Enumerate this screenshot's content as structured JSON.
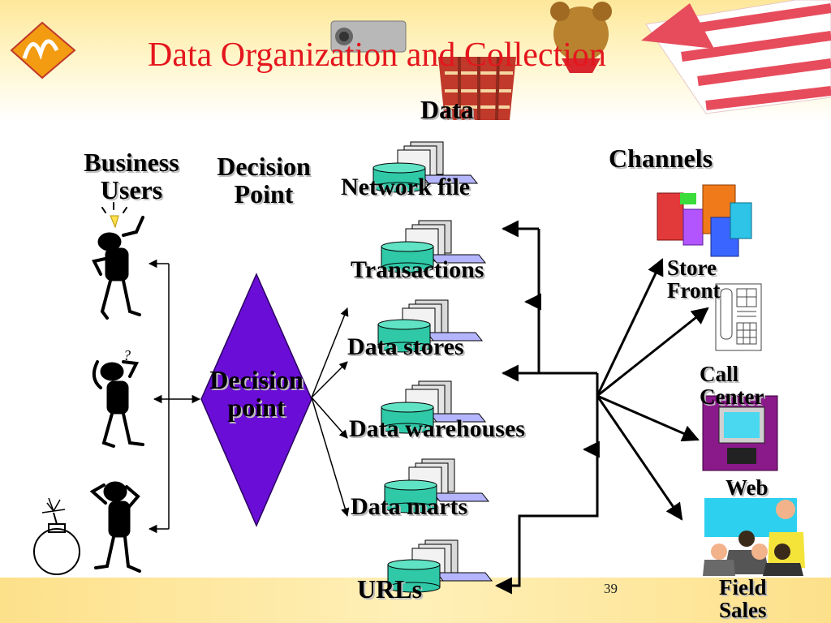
{
  "slide": {
    "title": "Data Organization and Collection",
    "page_number": "39"
  },
  "headers": {
    "data": "Data",
    "business_users_line1": "Business",
    "business_users_line2": "Users",
    "decision_point_line1": "Decision",
    "decision_point_line2": "Point",
    "channels": "Channels"
  },
  "diamond": {
    "line1": "Decision",
    "line2": "point",
    "color": "#6a0dd6"
  },
  "data_sources": [
    "Network file",
    "Transactions",
    "Data stores",
    "Data warehouses",
    "Data marts",
    "URLs"
  ],
  "channels": {
    "store_line1": "Store",
    "store_line2": "Front",
    "call_line1": "Call",
    "call_line2": "Center",
    "web": "Web",
    "field_line1": "Field",
    "field_line2": "Sales"
  },
  "colors": {
    "title": "#e4161d",
    "cylinder": "#2fc9a8",
    "diamond": "#6a0dd6"
  }
}
